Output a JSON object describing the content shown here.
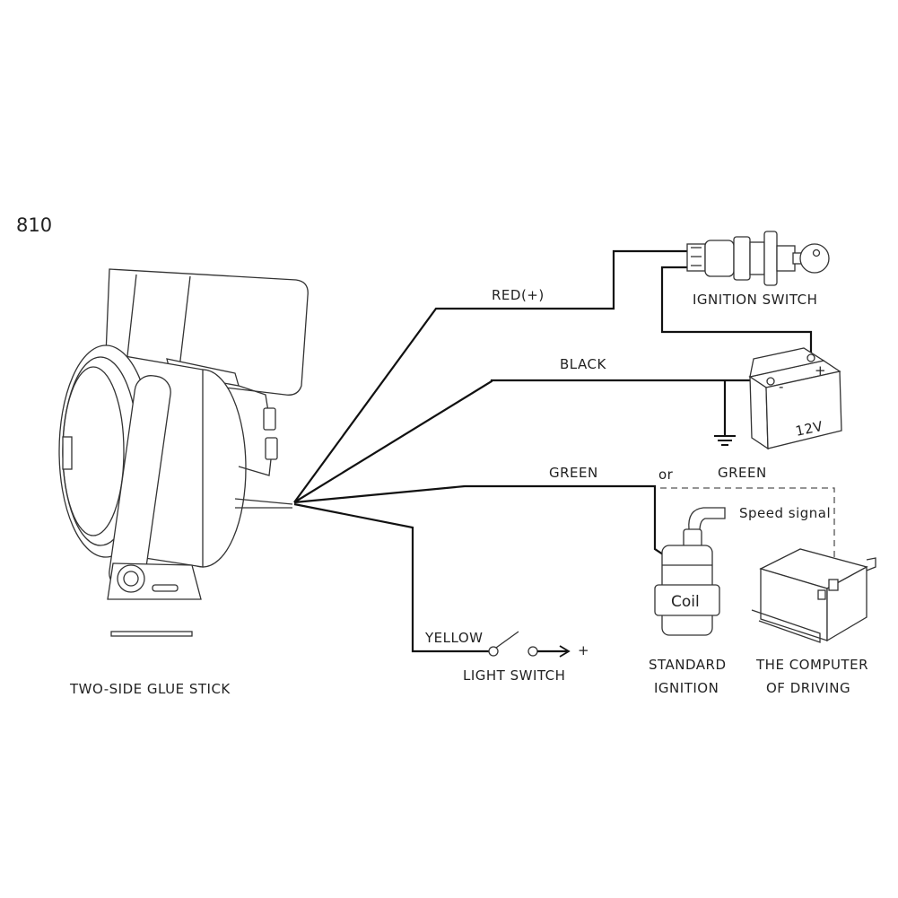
{
  "model": "810",
  "wires": {
    "red": "RED(+)",
    "black": "BLACK",
    "green": "GREEN",
    "or": "or",
    "green_alt": "GREEN",
    "yellow": "YELLOW"
  },
  "components": {
    "ignition_switch": "IGNITION SWITCH",
    "battery_voltage": "12V",
    "battery_minus": "-",
    "battery_plus": "+",
    "speed_signal": "Speed signal",
    "coil": "Coil",
    "standard_ignition_line1": "STANDARD",
    "standard_ignition_line2": "IGNITION",
    "computer_line1": "THE COMPUTER",
    "computer_line2": "OF DRIVING",
    "light_switch": "LIGHT SWITCH",
    "light_switch_plus": "+",
    "glue_stick": "TWO-SIDE GLUE STICK"
  },
  "colors": {
    "line": "#111111",
    "background": "#ffffff"
  }
}
